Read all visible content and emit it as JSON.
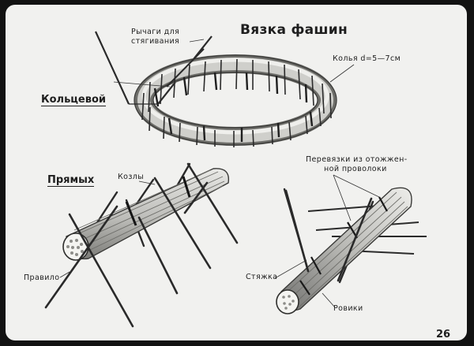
{
  "title": "Вязка фашин",
  "page_number": "26",
  "ring": {
    "section_label": "Кольцевой",
    "levers_label_line1": "Рычаги для",
    "levers_label_line2": "стягивания",
    "stakes_label": "Колья d=5—7см"
  },
  "straight": {
    "section_label": "Прямых",
    "trestles_label": "Козлы",
    "rule_label": "Правило"
  },
  "right_figure": {
    "wire_label_line1": "Перевязки из отожжен-",
    "wire_label_line2": "ной проволоки",
    "tie_label": "Стяжка",
    "rods_label": "Ровики"
  },
  "colors": {
    "background": "#121212",
    "paper": "#f1f1ef",
    "ink": "#1e1e1e"
  }
}
